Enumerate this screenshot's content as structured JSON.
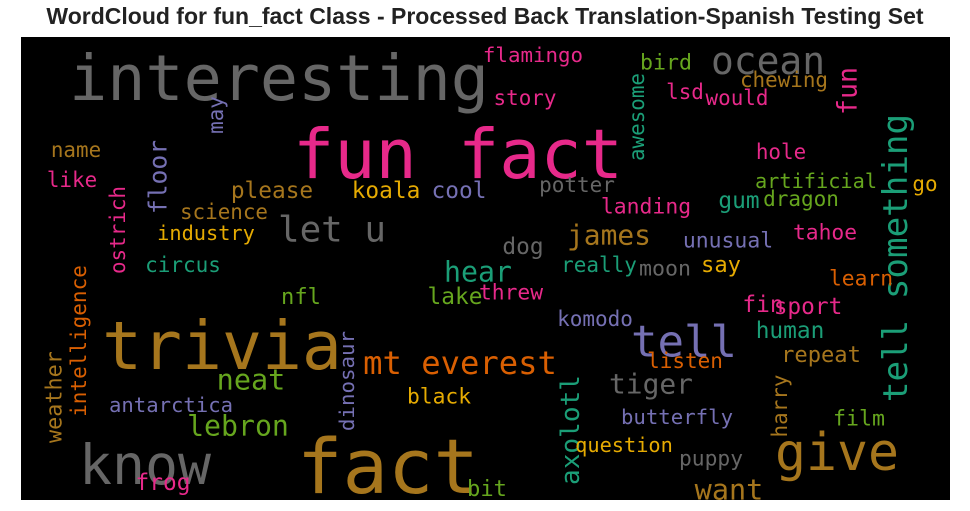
{
  "chart_data": {
    "type": "wordcloud",
    "title": "WordCloud for fun_fact Class - Processed Back Translation-Spanish Testing Set",
    "background": "#000000",
    "colormap": "Dark2",
    "words": [
      {
        "text": "fun fact",
        "color": "#e7298a"
      },
      {
        "text": "interesting",
        "color": "#666666"
      },
      {
        "text": "fact",
        "color": "#a6761d"
      },
      {
        "text": "trivia",
        "color": "#a6761d"
      },
      {
        "text": "tell something",
        "color": "#1b9e77"
      },
      {
        "text": "know",
        "color": "#666666"
      },
      {
        "text": "give",
        "color": "#a6761d"
      },
      {
        "text": "tell",
        "color": "#7570b3"
      },
      {
        "text": "ocean",
        "color": "#666666"
      },
      {
        "text": "mt everest",
        "color": "#d95f02"
      },
      {
        "text": "let u",
        "color": "#666666"
      },
      {
        "text": "axolotl",
        "color": "#1b9e77"
      },
      {
        "text": "lebron",
        "color": "#66a61e"
      },
      {
        "text": "neat",
        "color": "#66a61e"
      },
      {
        "text": "hear",
        "color": "#1b9e77"
      },
      {
        "text": "james",
        "color": "#a6761d"
      },
      {
        "text": "tiger",
        "color": "#666666"
      },
      {
        "text": "floor",
        "color": "#7570b3"
      },
      {
        "text": "want",
        "color": "#a6761d"
      },
      {
        "text": "fun",
        "color": "#e7298a"
      },
      {
        "text": "intelligence",
        "color": "#d95f02"
      },
      {
        "text": "flamingo",
        "color": "#e7298a"
      },
      {
        "text": "bird",
        "color": "#66a61e"
      },
      {
        "text": "chewing",
        "color": "#a6761d"
      },
      {
        "text": "awesome",
        "color": "#1b9e77"
      },
      {
        "text": "lsd",
        "color": "#e7298a"
      },
      {
        "text": "would",
        "color": "#e7298a"
      },
      {
        "text": "story",
        "color": "#e7298a"
      },
      {
        "text": "may",
        "color": "#7570b3"
      },
      {
        "text": "name",
        "color": "#a6761d"
      },
      {
        "text": "like",
        "color": "#e7298a"
      },
      {
        "text": "hole",
        "color": "#e7298a"
      },
      {
        "text": "artificial",
        "color": "#66a61e"
      },
      {
        "text": "go",
        "color": "#e6ab02"
      },
      {
        "text": "please",
        "color": "#a6761d"
      },
      {
        "text": "koala",
        "color": "#e6ab02"
      },
      {
        "text": "cool",
        "color": "#7570b3"
      },
      {
        "text": "potter",
        "color": "#666666"
      },
      {
        "text": "ostrich",
        "color": "#e7298a"
      },
      {
        "text": "science",
        "color": "#a6761d"
      },
      {
        "text": "landing",
        "color": "#e7298a"
      },
      {
        "text": "gum",
        "color": "#1b9e77"
      },
      {
        "text": "dragon",
        "color": "#66a61e"
      },
      {
        "text": "industry",
        "color": "#e6ab02"
      },
      {
        "text": "unusual",
        "color": "#7570b3"
      },
      {
        "text": "tahoe",
        "color": "#e7298a"
      },
      {
        "text": "dog",
        "color": "#666666"
      },
      {
        "text": "circus",
        "color": "#1b9e77"
      },
      {
        "text": "really",
        "color": "#1b9e77"
      },
      {
        "text": "moon",
        "color": "#666666"
      },
      {
        "text": "say",
        "color": "#e6ab02"
      },
      {
        "text": "learn",
        "color": "#d95f02"
      },
      {
        "text": "nfl",
        "color": "#66a61e"
      },
      {
        "text": "lake",
        "color": "#66a61e"
      },
      {
        "text": "threw",
        "color": "#e7298a"
      },
      {
        "text": "fin",
        "color": "#e7298a"
      },
      {
        "text": "sport",
        "color": "#e7298a"
      },
      {
        "text": "komodo",
        "color": "#7570b3"
      },
      {
        "text": "human",
        "color": "#1b9e77"
      },
      {
        "text": "dinosaur",
        "color": "#7570b3"
      },
      {
        "text": "listen",
        "color": "#d95f02"
      },
      {
        "text": "repeat",
        "color": "#a6761d"
      },
      {
        "text": "weather",
        "color": "#a6761d"
      },
      {
        "text": "antarctica",
        "color": "#7570b3"
      },
      {
        "text": "black",
        "color": "#e6ab02"
      },
      {
        "text": "harry",
        "color": "#a6761d"
      },
      {
        "text": "butterfly",
        "color": "#7570b3"
      },
      {
        "text": "film",
        "color": "#66a61e"
      },
      {
        "text": "question",
        "color": "#e6ab02"
      },
      {
        "text": "puppy",
        "color": "#666666"
      },
      {
        "text": "frog",
        "color": "#e7298a"
      },
      {
        "text": "bit",
        "color": "#66a61e"
      }
    ]
  }
}
